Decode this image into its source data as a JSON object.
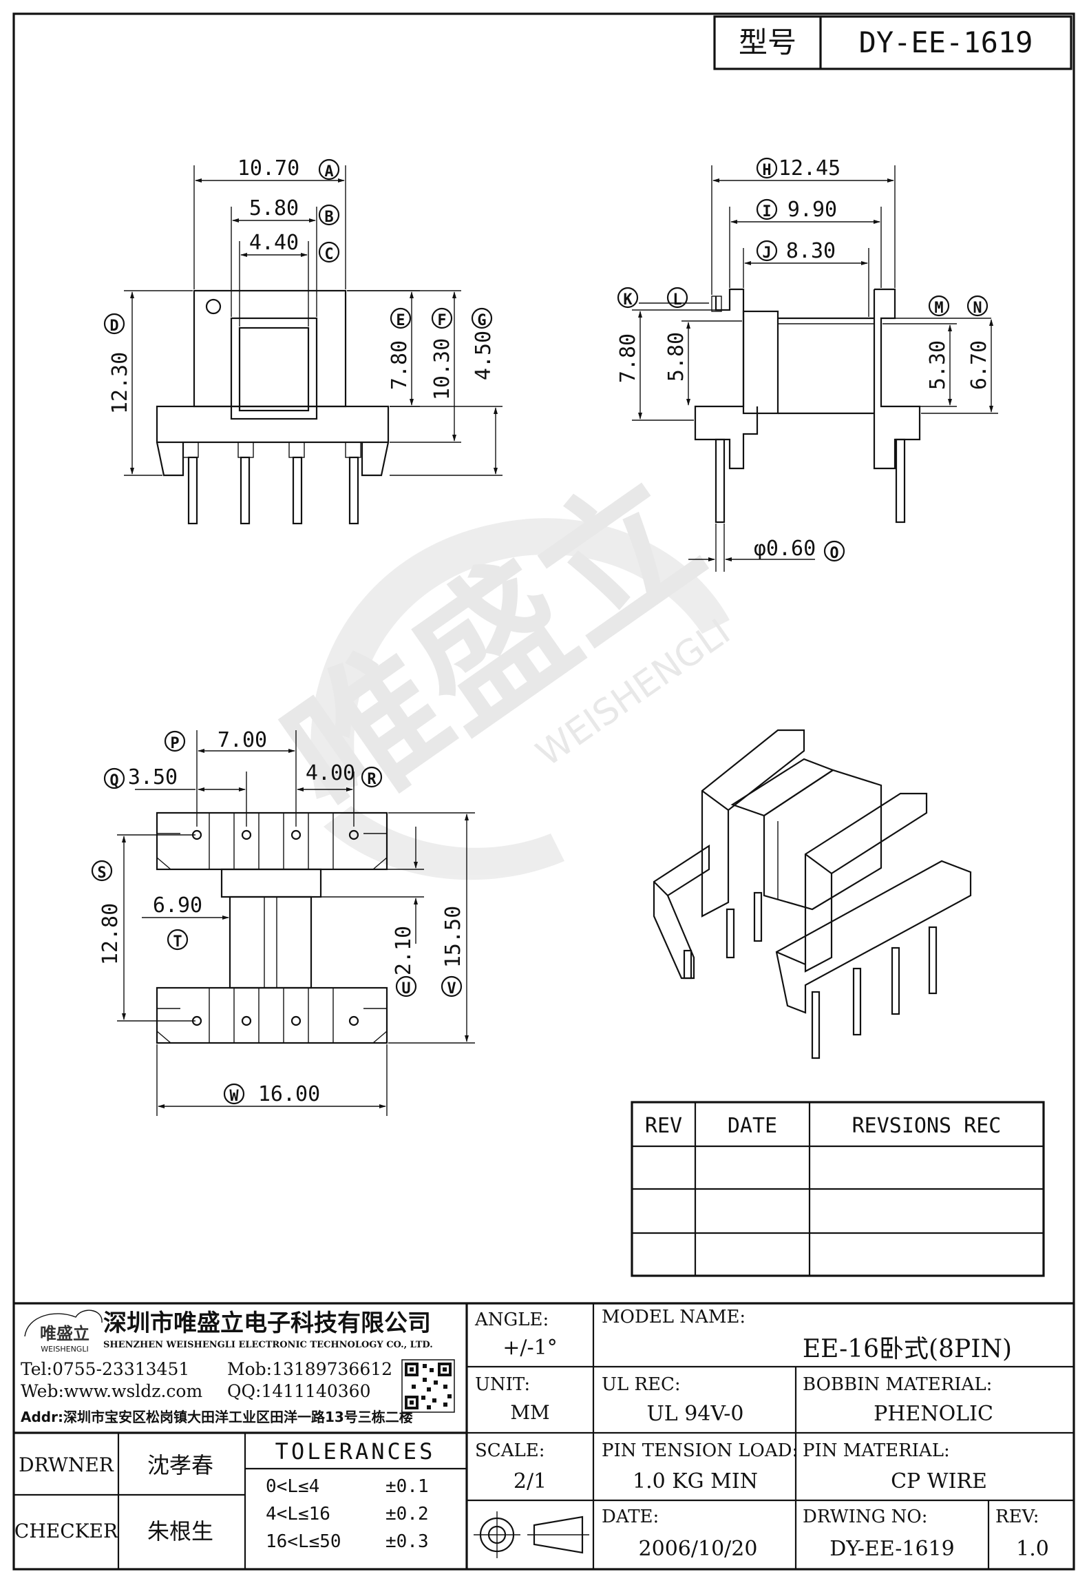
{
  "header": {
    "model_label": "型号",
    "model_value": "DY-EE-1619"
  },
  "dims": {
    "A": "10.70",
    "B": "5.80",
    "C": "4.40",
    "D": "12.30",
    "E": "7.80",
    "F": "10.30",
    "G": "4.50",
    "H": "12.45",
    "I": "9.90",
    "J": "8.30",
    "K_dim": "7.80",
    "L_dim": "5.80",
    "M_dim": "5.30",
    "N_dim": "6.70",
    "O": "φ0.60",
    "P": "7.00",
    "Q": "3.50",
    "R": "4.00",
    "S": "12.80",
    "T": "6.90",
    "U": "2.10",
    "V": "15.50",
    "W": "16.00"
  },
  "letters": [
    "A",
    "B",
    "C",
    "D",
    "E",
    "F",
    "G",
    "H",
    "I",
    "J",
    "K",
    "L",
    "M",
    "N",
    "O",
    "P",
    "Q",
    "R",
    "S",
    "T",
    "U",
    "V",
    "W"
  ],
  "watermark": {
    "cn": "唯盛立",
    "en": "WEISHENGLI"
  },
  "revision_table": {
    "headers": [
      "REV",
      "DATE",
      "REVSIONS REC"
    ],
    "rows": [
      [
        "",
        "",
        ""
      ],
      [
        "",
        "",
        ""
      ],
      [
        "",
        "",
        ""
      ]
    ]
  },
  "company": {
    "logo_cn": "唯盛立",
    "logo_en": "WEISHENGLI",
    "name_cn": "深圳市唯盛立电子科技有限公司",
    "name_en": "SHENZHEN WEISHENGLI ELECTRONIC TECHNOLOGY CO., LTD.",
    "tel": "Tel:0755-23313451",
    "mob": "Mob:13189736612",
    "web": "Web:www.wsldz.com",
    "qq": "QQ:1411140360",
    "addr": "Addr:深圳市宝安区松岗镇大田洋工业区田洋一路13号三栋二楼"
  },
  "title_block": {
    "angle_label": "ANGLE:",
    "angle_value": "+/-1°",
    "model_name_label": "MODEL NAME:",
    "model_name_value": "EE-16卧式(8PIN)",
    "unit_label": "UNIT:",
    "unit_value": "MM",
    "ul_label": "UL REC:",
    "ul_value": "UL 94V-0",
    "bobbin_label": "BOBBIN MATERIAL:",
    "bobbin_value": "PHENOLIC",
    "drawer_label": "DRWNER",
    "drawer_value": "沈孝春",
    "checker_label": "CHECKER",
    "checker_value": "朱根生",
    "tolerances_label": "TOLERANCES",
    "tol_rows": [
      [
        "0<L≤4",
        "±0.1"
      ],
      [
        "4<L≤16",
        "±0.2"
      ],
      [
        "16<L≤50",
        "±0.3"
      ]
    ],
    "scale_label": "SCALE:",
    "scale_value": "2/1",
    "pin_tension_label": "PIN TENSION LOAD:",
    "pin_tension_value": "1.0 KG MIN",
    "pin_material_label": "PIN MATERIAL:",
    "pin_material_value": "CP WIRE",
    "date_label": "DATE:",
    "date_value": "2006/10/20",
    "drawing_no_label": "DRWING NO:",
    "drawing_no_value": "DY-EE-1619",
    "rev_label": "REV:",
    "rev_value": "1.0"
  }
}
